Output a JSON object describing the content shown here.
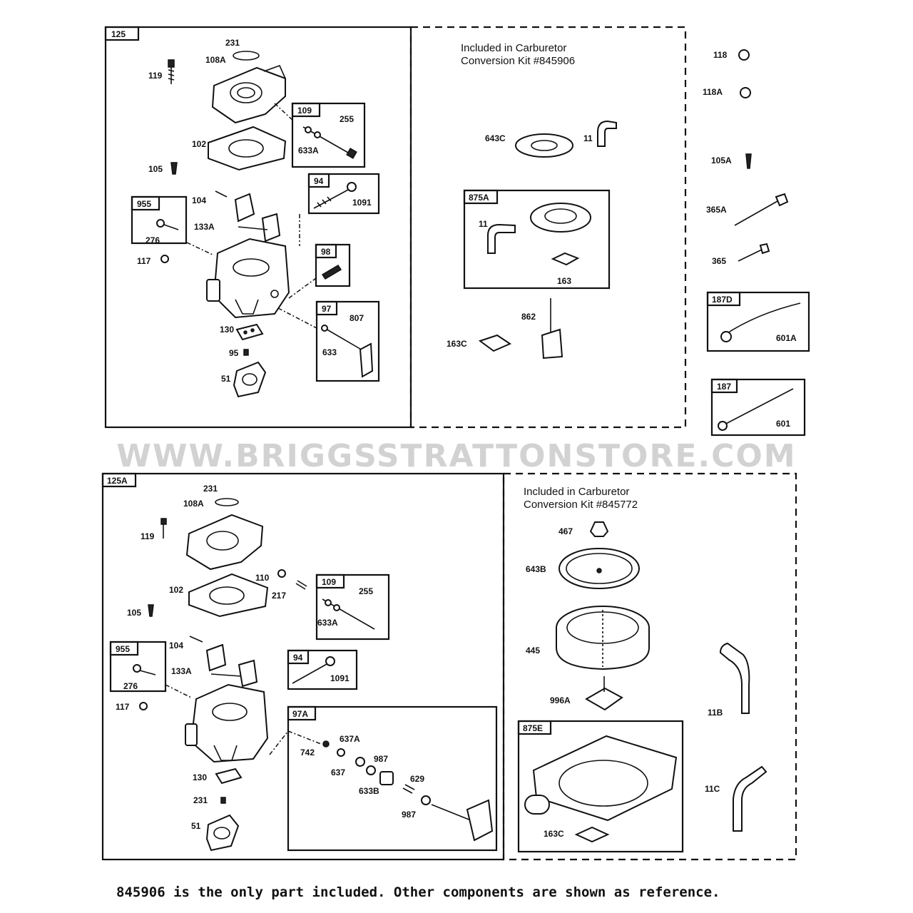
{
  "watermark": "WWW.BRIGGSSTRATTONSTORE.COM",
  "footer_note": "845906 is the only part included. Other components are shown as reference.",
  "kit_top": {
    "line1": "Included in Carburetor",
    "line2": "Conversion Kit #845906"
  },
  "kit_bottom": {
    "line1": "Included in Carburetor",
    "line2": "Conversion Kit #845772"
  },
  "box_tags": {
    "b125": "125",
    "b109": "109",
    "b94": "94",
    "b955": "955",
    "b98": "98",
    "b97": "97",
    "b875A": "875A",
    "b187D": "187D",
    "b187": "187",
    "b125A": "125A",
    "b109b": "109",
    "b955b": "955",
    "b94b": "94",
    "b97A": "97A",
    "b875E": "875E"
  },
  "labels": {
    "t231": "231",
    "t108A": "108A",
    "t119": "119",
    "t255": "255",
    "t633A": "633A",
    "t102": "102",
    "t105": "105",
    "t104": "104",
    "t1091": "1091",
    "t133A": "133A",
    "t276": "276",
    "t117": "117",
    "t130": "130",
    "t95": "95",
    "t51": "51",
    "t807": "807",
    "t633": "633",
    "t643C": "643C",
    "t11a": "11",
    "t11b": "11",
    "t163": "163",
    "t862": "862",
    "t163C": "163C",
    "t118": "118",
    "t118A": "118A",
    "t105A": "105A",
    "t365A": "365A",
    "t365": "365",
    "t601A": "601A",
    "t601": "601",
    "u231": "231",
    "u108A": "108A",
    "u119": "119",
    "u110": "110",
    "u217": "217",
    "u102": "102",
    "u255": "255",
    "u633A": "633A",
    "u105": "105",
    "u104": "104",
    "u1091": "1091",
    "u133A": "133A",
    "u276": "276",
    "u117": "117",
    "u637A": "637A",
    "u742": "742",
    "u637": "637",
    "u987a": "987",
    "u629": "629",
    "u633B": "633B",
    "u987b": "987",
    "u130": "130",
    "u231b": "231",
    "u51": "51",
    "u467": "467",
    "u643B": "643B",
    "u445": "445",
    "u996A": "996A",
    "u11B": "11B",
    "u11C": "11C",
    "u163C": "163C"
  }
}
